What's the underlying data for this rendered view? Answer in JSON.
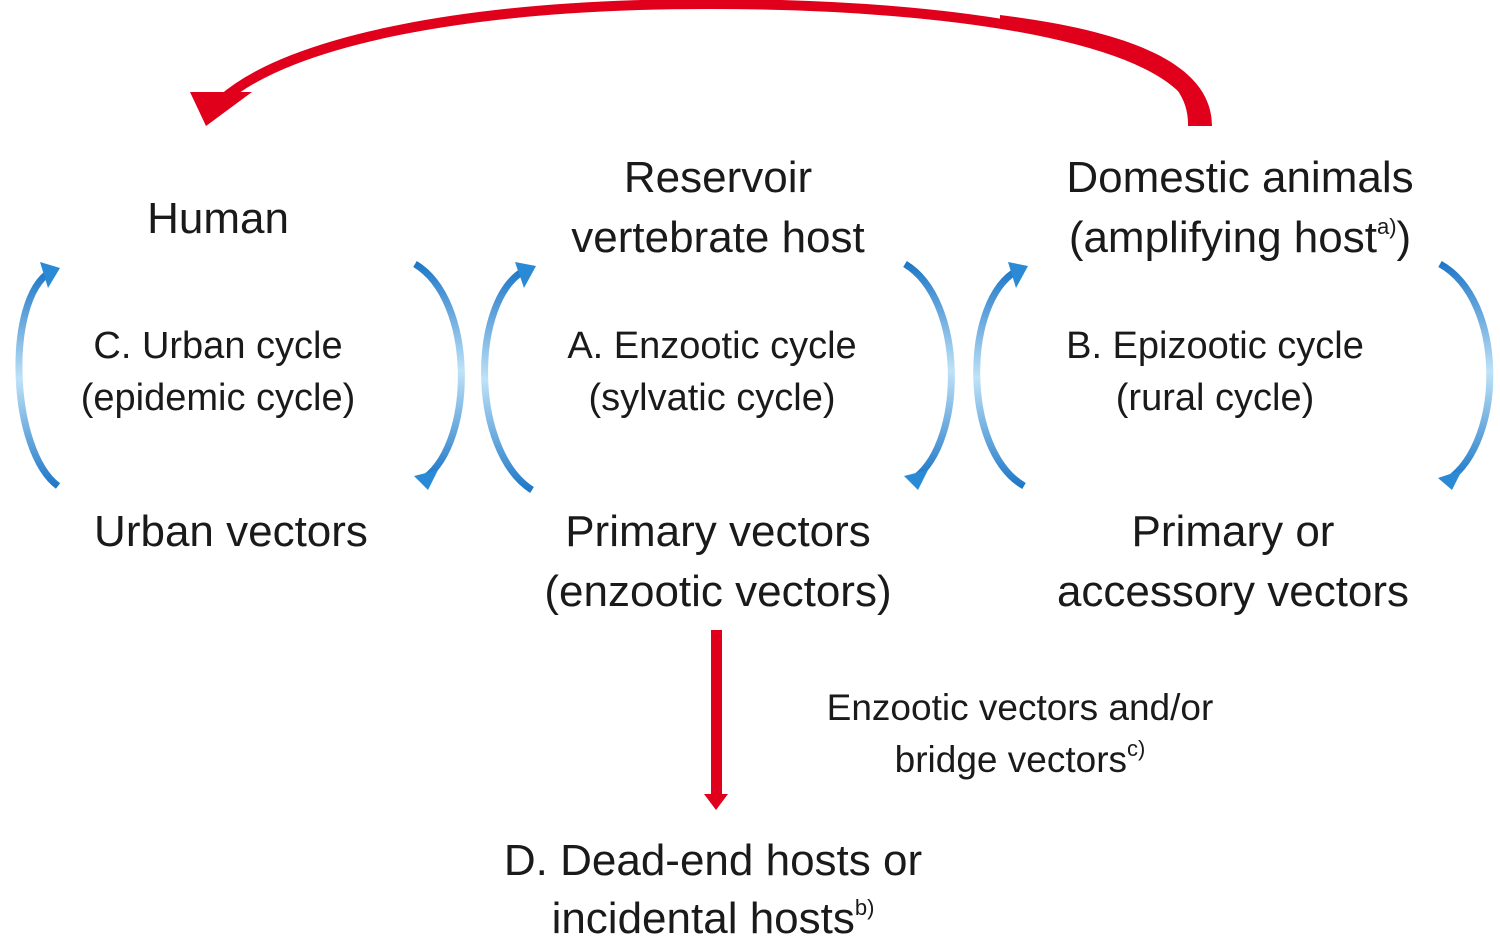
{
  "colors": {
    "red_arrow": "#e0001b",
    "blue_arrow": "#2a8ad6",
    "text": "#1a1a1a"
  },
  "nodes": {
    "human": "Human",
    "reservoir": [
      "Reservoir",
      "vertebrate host"
    ],
    "domestic": {
      "line1": "Domestic animals",
      "line2": "(amplifying host",
      "sup": "a)",
      "close": ")"
    },
    "urban_vectors": "Urban vectors",
    "primary_vectors": [
      "Primary vectors",
      "(enzootic vectors)"
    ],
    "accessory_vectors": [
      "Primary or",
      "accessory vectors"
    ],
    "dead_end": {
      "line1": "D. Dead-end hosts or",
      "line2": "incidental hosts",
      "sup": "b)"
    }
  },
  "cycles": {
    "urban": [
      "C. Urban cycle",
      "(epidemic cycle)"
    ],
    "enzootic": [
      "A. Enzootic cycle",
      "(sylvatic cycle)"
    ],
    "epizootic": [
      "B. Epizootic cycle",
      "(rural cycle)"
    ]
  },
  "bridge_label": {
    "line1": "Enzootic vectors and/or",
    "line2": "bridge vectors",
    "sup": "c)"
  }
}
